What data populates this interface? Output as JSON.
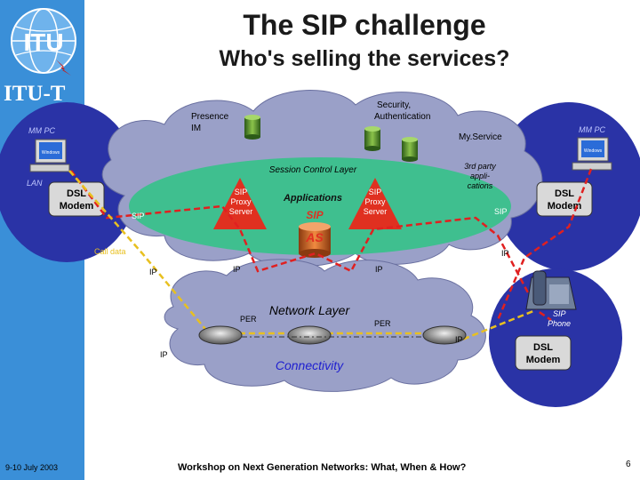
{
  "slide": {
    "title": "The SIP challenge",
    "subtitle": "Who's selling the services?",
    "org_label": "ITU-T",
    "logo_text": "ITU",
    "date": "9-10 July 2003",
    "footer": "Workshop on Next Generation Networks: What, When & How?",
    "page_number": "6"
  },
  "colors": {
    "sidebar": "#3a8fd8",
    "cloud": "#9aa0c8",
    "session_layer": "#3fbf8f",
    "user_circle": "#2a33a6",
    "sip_path": "#e02020",
    "data_path": "#e8c020",
    "connectivity": "#2020d0"
  },
  "diagram": {
    "presence_label": "Presence",
    "im_label": "IM",
    "security_label": "Security,",
    "authentication_label": "Authentication",
    "myservice_label": "My.Service",
    "mmpc_left": "MM PC",
    "mmpc_right": "MM PC",
    "lan_label": "LAN",
    "dsl_modem": "DSL",
    "dsl_modem2": "Modem",
    "session_control_layer": "Session Control Layer",
    "sip_proxy_1": "SIP",
    "sip_proxy_2": "Proxy",
    "sip_proxy_3": "Server",
    "applications": "Applications",
    "sip_logo": "SIP",
    "as_logo": "AS",
    "third_party_1": "3rd party",
    "third_party_2": "appli-",
    "third_party_3": "cations",
    "sip": "SIP",
    "ip": "IP",
    "call_data": "Call data",
    "network_layer": "Network Layer",
    "per": "PER",
    "connectivity": "Connectivity",
    "sip_phone_1": "SIP",
    "sip_phone_2": "Phone",
    "pc_screen": "Windows"
  }
}
